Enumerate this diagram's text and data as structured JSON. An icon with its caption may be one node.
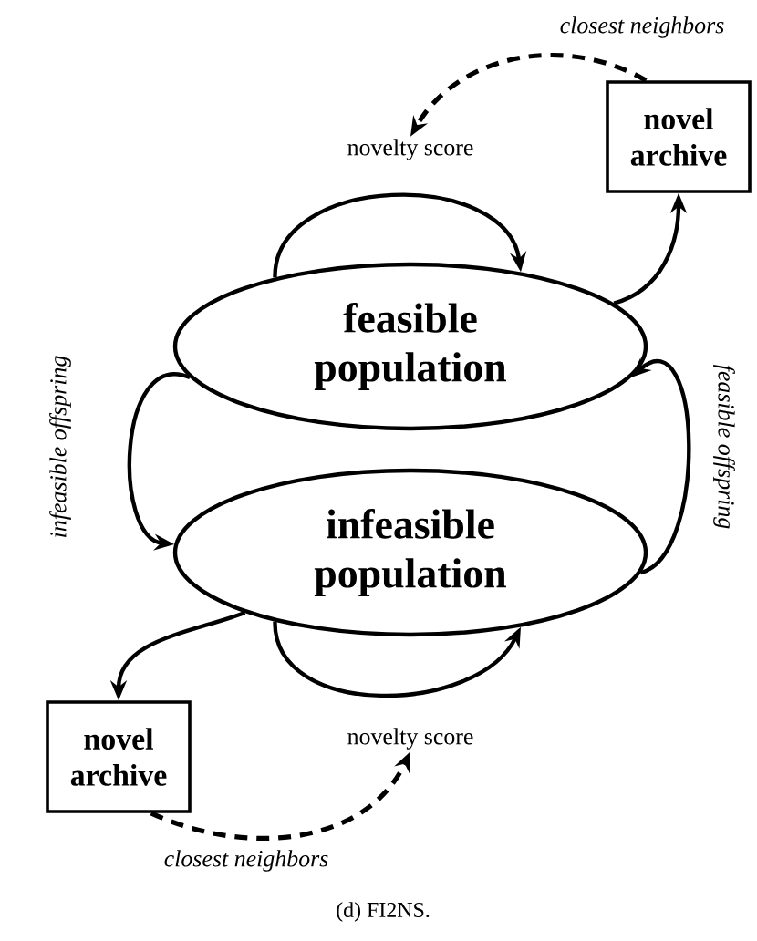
{
  "diagram": {
    "caption": "(d) FI2NS.",
    "nodes": [
      {
        "text": [
          "feasible population"
        ]
      },
      {
        "text": [
          "novel archive"
        ]
      },
      {
        "text": [
          "infeasible population"
        ]
      },
      {
        "text": [
          "novel archive"
        ]
      },
      {
        "text": [
          "novelty score"
        ]
      },
      {
        "text": [
          "novelty score"
        ]
      }
    ],
    "edges": [
      {
        "from": 0,
        "to": 0,
        "arrow": "to"
      },
      {
        "from": 1,
        "to": 4,
        "arrow": "to",
        "style": "dashed",
        "label": "closest neighbors"
      },
      {
        "from": 0,
        "to": 1,
        "arrow": "to"
      },
      {
        "from": 2,
        "to": 0,
        "arrow": "to",
        "label": "feasible offspring"
      },
      {
        "from": 0,
        "to": 2,
        "arrow": "to",
        "label": "infeasible offspring"
      },
      {
        "from": 2,
        "to": 3,
        "arrow": "to"
      },
      {
        "from": 2,
        "to": 2,
        "arrow": "to"
      },
      {
        "from": 3,
        "to": 5,
        "arrow": "to",
        "style": "dashed",
        "label": "closest neighbors"
      }
    ]
  }
}
